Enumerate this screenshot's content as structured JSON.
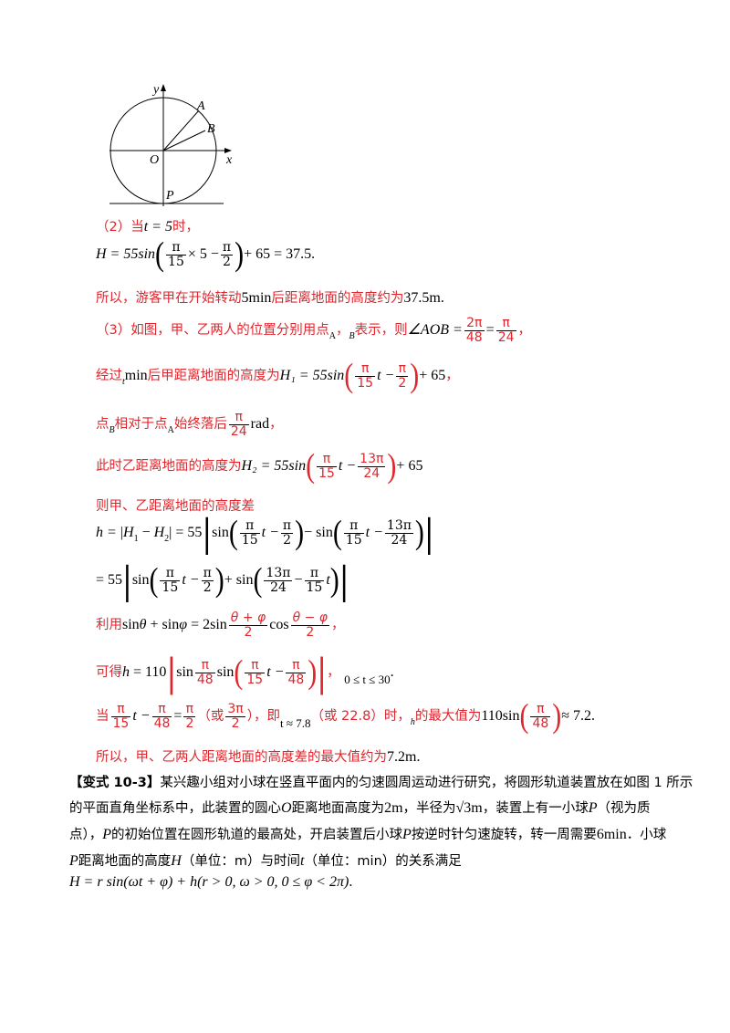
{
  "diagram": {
    "axis_y": "y",
    "axis_x": "x",
    "origin": "O",
    "point_a": "A",
    "point_b": "B",
    "point_p": "P"
  },
  "solution": {
    "part2_intro_a": "（2）当",
    "part2_intro_b": "时，",
    "part2_t_eq": "t = 5",
    "part2_formula_pre": "H = 55sin",
    "part2_formula_post": "+ 65 = 37.5",
    "part2_conclusion_a": "所以，游客甲在开始转动",
    "part2_conclusion_m1": "5min",
    "part2_conclusion_b": "后距离地面的高度约为",
    "part2_conclusion_m2": "37.5m",
    "part3_intro_a": "（3）如图，甲、乙两人的位置分别用点",
    "part3_intro_b": "表示，则",
    "part3_angle": "∠AOB =",
    "part3_after_a": "经过",
    "part3_after_m": "min",
    "part3_after_b": "后甲距离地面的高度为",
    "part3_h1": "H₁ = 55sin",
    "part3_lag_a": "点",
    "part3_lag_b": "相对于点",
    "part3_lag_c": "始终落后",
    "part3_lag_unit": "rad",
    "part3_h2_text": "此时乙距离地面的高度为",
    "part3_h2": "H₂ = 55sin",
    "part3_diff_text": "则甲、乙距离地面的高度差",
    "part3_use_text": "利用",
    "part3_get_text": "可得",
    "part3_range": "0 ≤ t ≤ 30",
    "part3_when_a": "当",
    "part3_when_or1": "（或",
    "part3_when_b": "），即",
    "part3_when_t": "t ≈ 7.8",
    "part3_when_or2": "（或 22.8）时，",
    "part3_when_h": "h",
    "part3_when_c": "的最大值为",
    "part3_max": "≈ 7.2",
    "part3_final_a": "所以，甲、乙两人距离地面的高度差的最大值约为",
    "part3_final_m": "7.2m"
  },
  "problem": {
    "label": "【变式 10-3】",
    "line1": "某兴趣小组对小球在竖直平面内的匀速圆周运动进行研究，将圆形轨道装置放在如图 1 所示",
    "line2_a": "的平面直角坐标系中，此装置的圆心",
    "line2_b": "距离地面高度为",
    "line2_c": "，半径为",
    "line2_d": "，装置上有一小球",
    "line2_e": "（视为质",
    "line3_a": "点），",
    "line3_b": "的初始位置在圆形轨道的最高处，开启装置后小球",
    "line3_c": "按逆时针匀速旋转，转一周需要",
    "line3_d": "．小球",
    "line4_a": "距离地面的高度",
    "line4_b": "（单位：m）与时间",
    "line4_c": "（单位：min）的关系满足",
    "formula": "H = r sin(ωt + φ) + h(r > 0, ω > 0, 0 ≤ φ < 2π)"
  }
}
